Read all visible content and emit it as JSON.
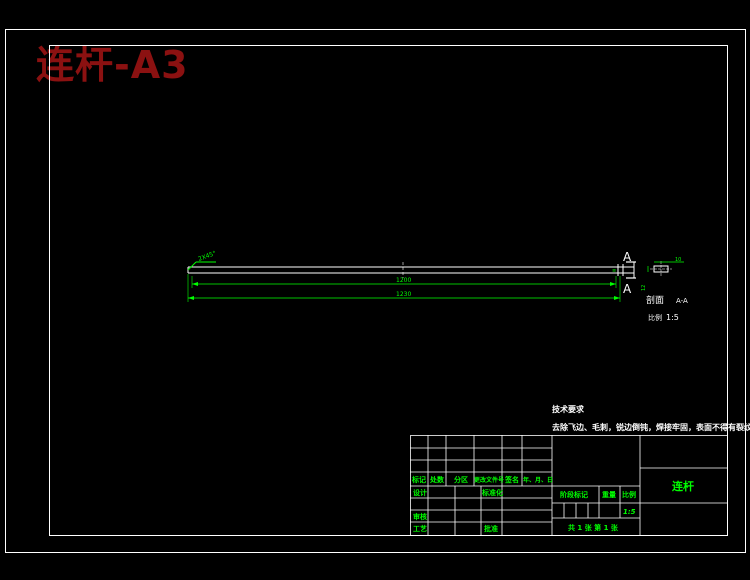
{
  "header": {
    "title": "连杆-A3"
  },
  "part_drawing": {
    "dim_chamfer": "2X45°",
    "dim_inner_length": "1200",
    "dim_total_length": "1230",
    "section_letter_top": "A",
    "section_letter_bottom": "A",
    "section_dim_small": "10",
    "section_dim_side": "12"
  },
  "section_view": {
    "label": "剖面",
    "name": "A-A",
    "scale_label": "比例",
    "scale_value": "1:5"
  },
  "tech_requirements": {
    "heading": "技术要求",
    "text": "去除飞边、毛刺，锐边倒钝，焊接牢固，表面不得有裂纹、砂眼。"
  },
  "title_block": {
    "part_name": "连杆",
    "rev_headers": [
      "标记",
      "处数",
      "分区",
      "更改文件号",
      "签名",
      "年、月、日"
    ],
    "design": "设计",
    "standardize": "标准化",
    "review": "审核",
    "process": "工艺",
    "approve": "批准",
    "stage_mark": "阶段标记",
    "weight": "重量",
    "scale": "比例",
    "scale_value": "1:5",
    "sheets": "共 1 张  第 1 张"
  },
  "colors": {
    "line": "#ffffff",
    "dim": "#00ff00",
    "text": "#ffffff",
    "watermark": "#8b1111"
  }
}
